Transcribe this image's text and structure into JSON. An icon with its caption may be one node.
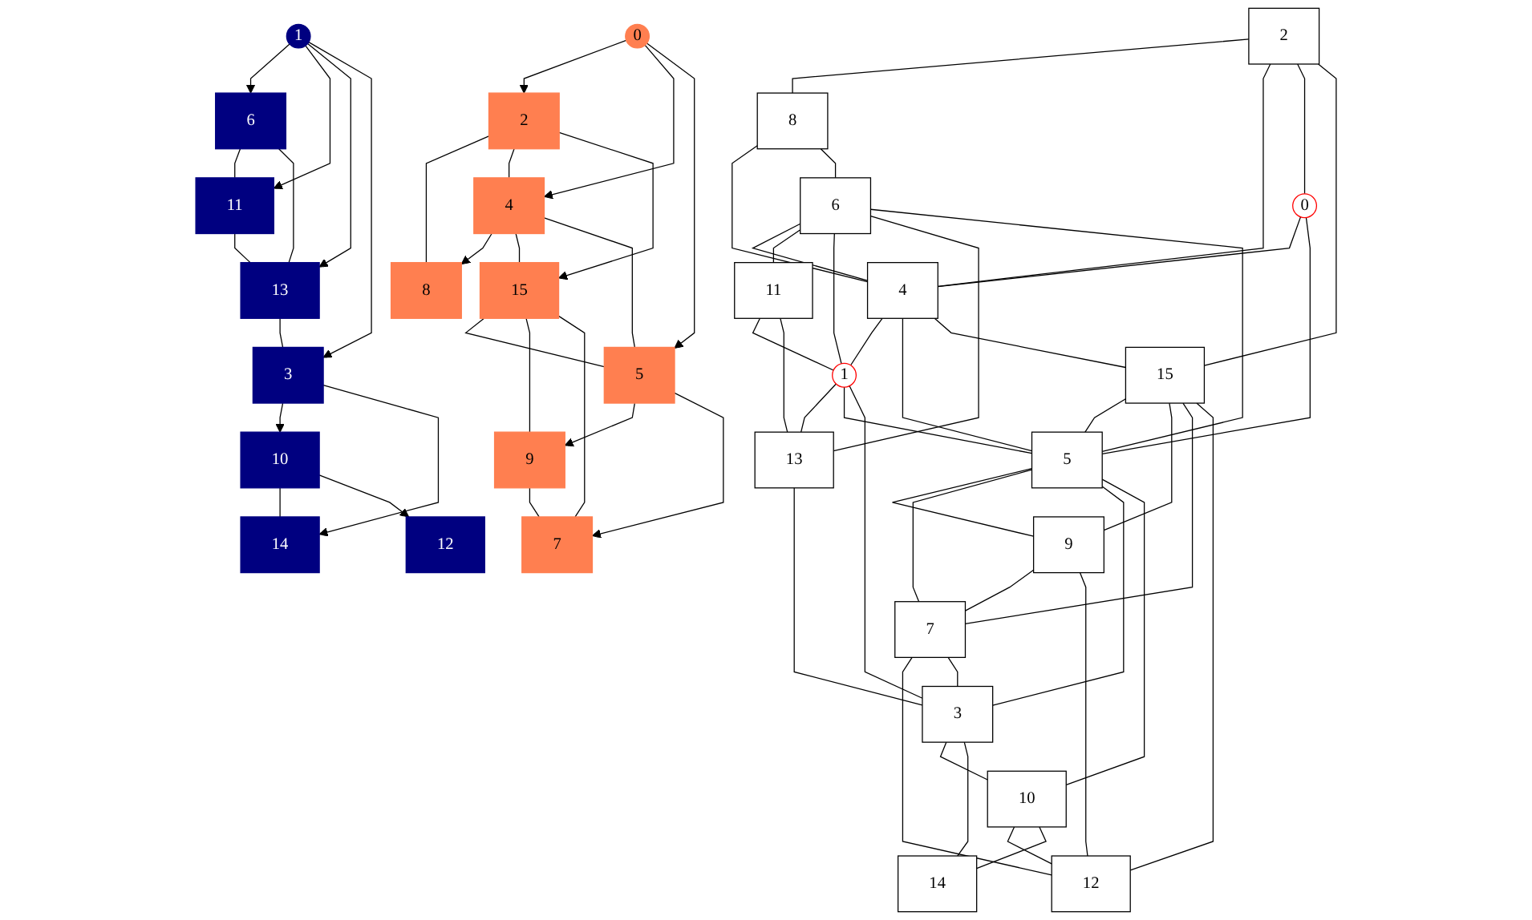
{
  "diagram": {
    "nodes": [
      {
        "text": [
          "0"
        ]
      },
      {
        "text": [
          "1"
        ]
      },
      {
        "text": [
          "2"
        ]
      },
      {
        "text": [
          "3"
        ]
      },
      {
        "text": [
          "4"
        ]
      },
      {
        "text": [
          "5"
        ]
      },
      {
        "text": [
          "6"
        ]
      },
      {
        "text": [
          "7"
        ]
      },
      {
        "text": [
          "8"
        ]
      },
      {
        "text": [
          "9"
        ]
      },
      {
        "text": [
          "10"
        ]
      },
      {
        "text": [
          "11"
        ]
      },
      {
        "text": [
          "12"
        ]
      },
      {
        "text": [
          "13"
        ]
      },
      {
        "text": [
          "14"
        ]
      },
      {
        "text": [
          "15"
        ]
      },
      {
        "text": [
          "1"
        ]
      },
      {
        "text": [
          "6"
        ]
      },
      {
        "text": [
          "11"
        ]
      },
      {
        "text": [
          "13"
        ]
      },
      {
        "text": [
          "3"
        ]
      },
      {
        "text": [
          "10"
        ]
      },
      {
        "text": [
          "14"
        ]
      },
      {
        "text": [
          "12"
        ]
      },
      {
        "text": [
          "0"
        ]
      },
      {
        "text": [
          "2"
        ]
      },
      {
        "text": [
          "8"
        ]
      },
      {
        "text": [
          "4"
        ]
      },
      {
        "text": [
          "15"
        ]
      },
      {
        "text": [
          "5"
        ]
      },
      {
        "text": [
          "9"
        ]
      },
      {
        "text": [
          "7"
        ]
      }
    ],
    "edges": [
      {
        "from": 2,
        "to": 8,
        "arrow": "none"
      },
      {
        "from": 8,
        "to": 4,
        "arrow": "none"
      },
      {
        "from": 8,
        "to": 6,
        "arrow": "none"
      },
      {
        "from": 2,
        "to": 4,
        "arrow": "none"
      },
      {
        "from": 2,
        "to": 0,
        "arrow": "none"
      },
      {
        "from": 2,
        "to": 15,
        "arrow": "none"
      },
      {
        "from": 0,
        "to": 4,
        "arrow": "none"
      },
      {
        "from": 0,
        "to": 5,
        "arrow": "none"
      },
      {
        "from": 6,
        "to": 4,
        "arrow": "none"
      },
      {
        "from": 6,
        "to": 11,
        "arrow": "none"
      },
      {
        "from": 6,
        "to": 1,
        "arrow": "none"
      },
      {
        "from": 6,
        "to": 13,
        "arrow": "none"
      },
      {
        "from": 6,
        "to": 5,
        "arrow": "none"
      },
      {
        "from": 4,
        "to": 1,
        "arrow": "none"
      },
      {
        "from": 4,
        "to": 5,
        "arrow": "none"
      },
      {
        "from": 4,
        "to": 15,
        "arrow": "none"
      },
      {
        "from": 11,
        "to": 1,
        "arrow": "none"
      },
      {
        "from": 11,
        "to": 13,
        "arrow": "none"
      },
      {
        "from": 1,
        "to": 13,
        "arrow": "none"
      },
      {
        "from": 1,
        "to": 5,
        "arrow": "none"
      },
      {
        "from": 1,
        "to": 3,
        "arrow": "none"
      },
      {
        "from": 13,
        "to": 3,
        "arrow": "none"
      },
      {
        "from": 15,
        "to": 5,
        "arrow": "none"
      },
      {
        "from": 15,
        "to": 9,
        "arrow": "none"
      },
      {
        "from": 15,
        "to": 7,
        "arrow": "none"
      },
      {
        "from": 15,
        "to": 12,
        "arrow": "none"
      },
      {
        "from": 5,
        "to": 9,
        "arrow": "none"
      },
      {
        "from": 5,
        "to": 7,
        "arrow": "none"
      },
      {
        "from": 5,
        "to": 3,
        "arrow": "none"
      },
      {
        "from": 5,
        "to": 10,
        "arrow": "none"
      },
      {
        "from": 9,
        "to": 7,
        "arrow": "none"
      },
      {
        "from": 9,
        "to": 12,
        "arrow": "none"
      },
      {
        "from": 7,
        "to": 12,
        "arrow": "none"
      },
      {
        "from": 7,
        "to": 3,
        "arrow": "none"
      },
      {
        "from": 3,
        "to": 10,
        "arrow": "none"
      },
      {
        "from": 3,
        "to": 14,
        "arrow": "none"
      },
      {
        "from": 10,
        "to": 12,
        "arrow": "none"
      },
      {
        "from": 10,
        "to": 14,
        "arrow": "none"
      },
      {
        "from": 16,
        "to": 17,
        "arrow": "to"
      },
      {
        "from": 16,
        "to": 18,
        "arrow": "to"
      },
      {
        "from": 16,
        "to": 19,
        "arrow": "to"
      },
      {
        "from": 16,
        "to": 20,
        "arrow": "to"
      },
      {
        "from": 17,
        "to": 18,
        "arrow": "none"
      },
      {
        "from": 17,
        "to": 19,
        "arrow": "none"
      },
      {
        "from": 18,
        "to": 19,
        "arrow": "none"
      },
      {
        "from": 19,
        "to": 20,
        "arrow": "none"
      },
      {
        "from": 20,
        "to": 21,
        "arrow": "to"
      },
      {
        "from": 20,
        "to": 22,
        "arrow": "to"
      },
      {
        "from": 21,
        "to": 22,
        "arrow": "none"
      },
      {
        "from": 21,
        "to": 23,
        "arrow": "to"
      },
      {
        "from": 24,
        "to": 25,
        "arrow": "to"
      },
      {
        "from": 24,
        "to": 27,
        "arrow": "to"
      },
      {
        "from": 24,
        "to": 29,
        "arrow": "to"
      },
      {
        "from": 25,
        "to": 26,
        "arrow": "none"
      },
      {
        "from": 25,
        "to": 27,
        "arrow": "none"
      },
      {
        "from": 25,
        "to": 28,
        "arrow": "to"
      },
      {
        "from": 27,
        "to": 26,
        "arrow": "to"
      },
      {
        "from": 27,
        "to": 28,
        "arrow": "none"
      },
      {
        "from": 27,
        "to": 29,
        "arrow": "none"
      },
      {
        "from": 28,
        "to": 29,
        "arrow": "none"
      },
      {
        "from": 28,
        "to": 30,
        "arrow": "none"
      },
      {
        "from": 28,
        "to": 31,
        "arrow": "none"
      },
      {
        "from": 29,
        "to": 30,
        "arrow": "to"
      },
      {
        "from": 29,
        "to": 31,
        "arrow": "to"
      },
      {
        "from": 30,
        "to": 31,
        "arrow": "none"
      }
    ]
  }
}
